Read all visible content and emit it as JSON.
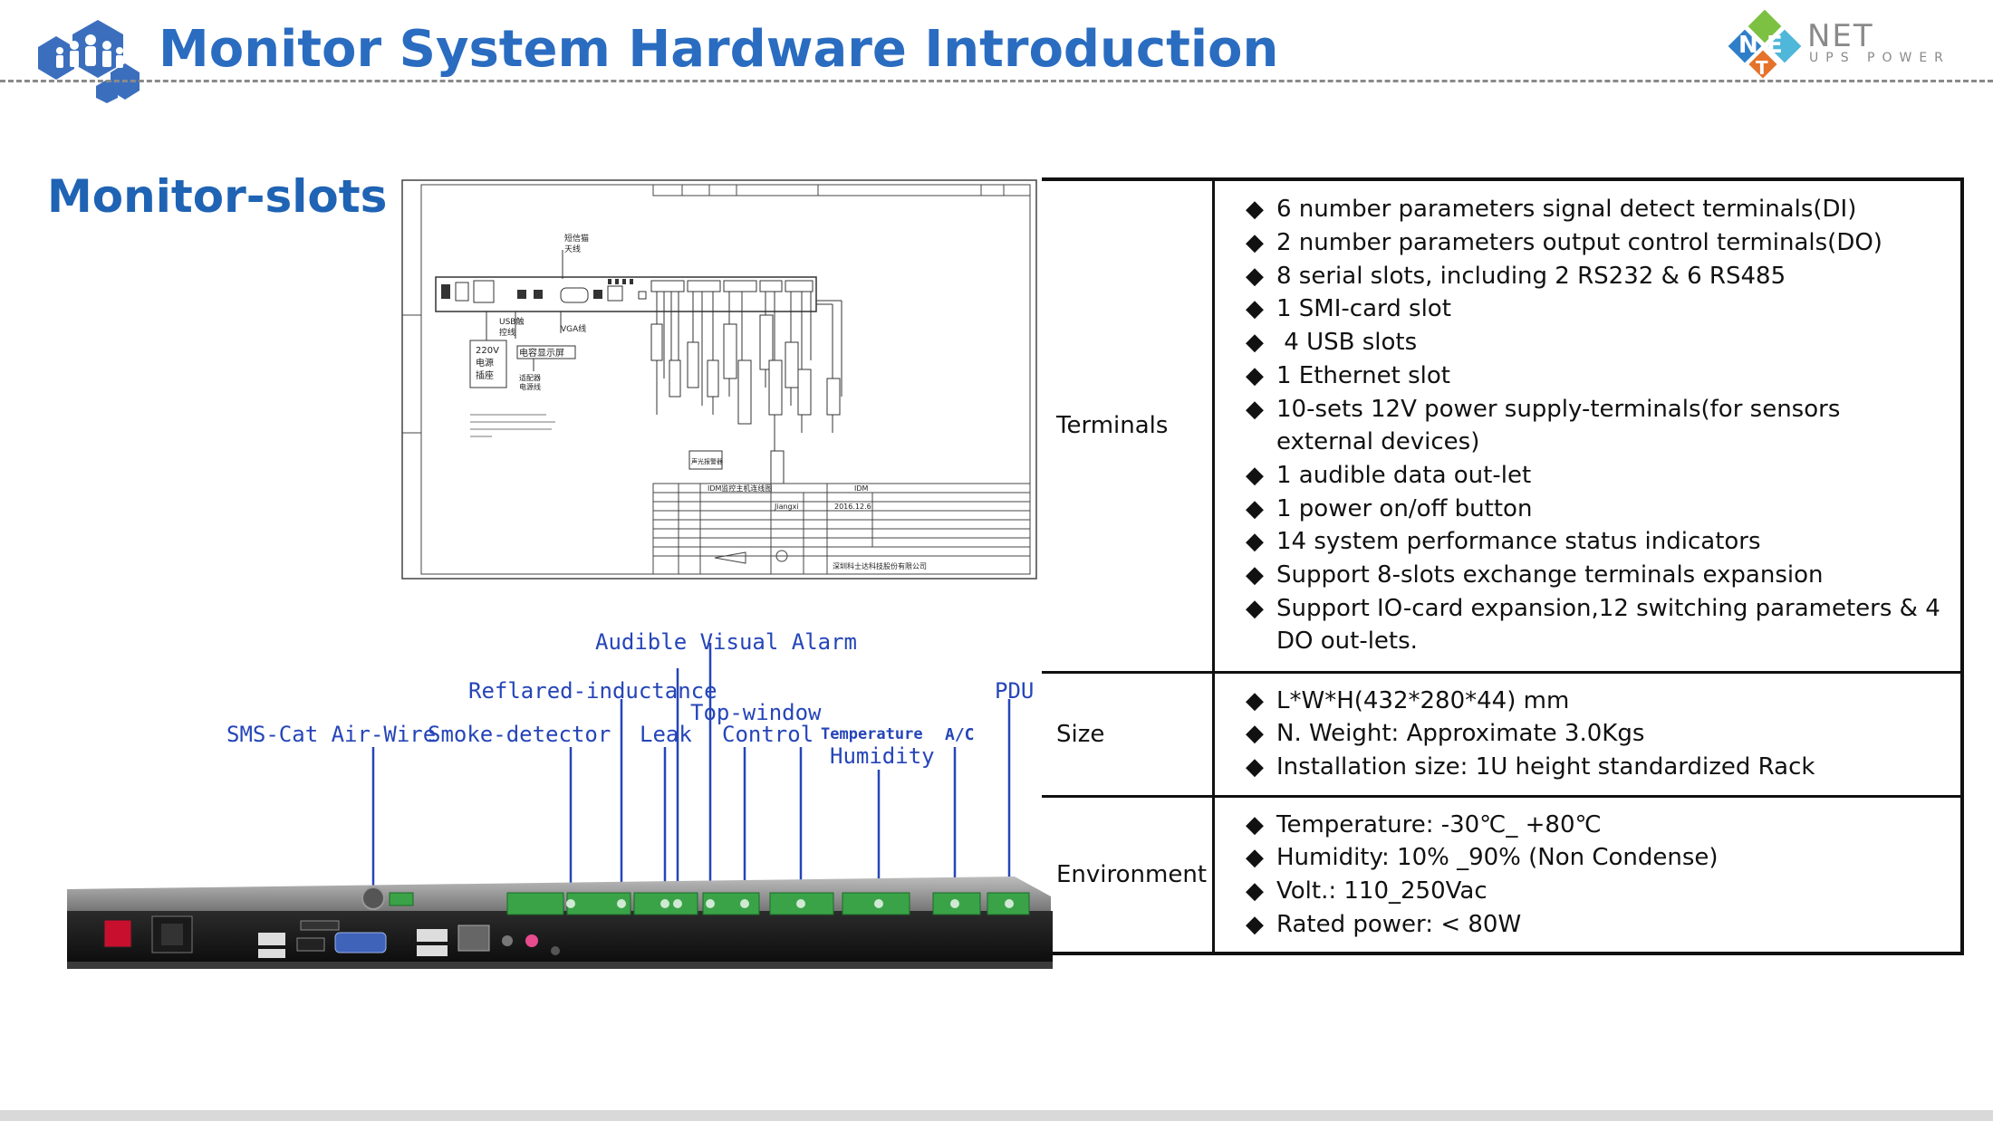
{
  "header": {
    "title": "Monitor System Hardware Introduction",
    "brand_name": "NET",
    "brand_sub": "UPS POWER",
    "brand_logo_letters": "NE T",
    "icon": "people-hexagon-icon",
    "colors": {
      "title": "#2a6cc0",
      "hexagon": "#3b6fbe",
      "rule": "#8a8a8a"
    }
  },
  "section": {
    "title": "Monitor-slots"
  },
  "device": {
    "labels": [
      "Audible Visual Alarm",
      "Reflared-inductance",
      "Top-window",
      "PDU",
      "SMS-Cat Air-Wire",
      "Smoke-detector",
      "Leak",
      "Control",
      "Temperature",
      "A/C",
      "Humidity"
    ],
    "label_color": "#2545b8"
  },
  "schematic": {
    "labels": {
      "antenna": "短信猫\n天线",
      "usb": "USB触\n控线",
      "vga": "VGA线",
      "power": "220V\n电源\n插座",
      "display": "电容显示屏",
      "adapter": "适配器\n电源线",
      "alarm": "声光报警器",
      "drawing_name": "IDM监控主机连线图",
      "product": "IDM",
      "company": "深圳科士达科技股份有限公司",
      "date": "2016.12.6",
      "designer": "Jiangxi"
    }
  },
  "spec_table": {
    "rows": [
      {
        "category": "Terminals",
        "items": [
          "6 number parameters signal detect terminals(DI)",
          "2 number parameters output control terminals(DO)",
          "8 serial slots, including 2 RS232 & 6 RS485",
          "1 SMI-card slot",
          " 4 USB slots",
          "1 Ethernet slot",
          "10-sets 12V power supply-terminals(for sensors external devices)",
          "1 audible data out-let",
          "1 power on/off button",
          "14 system performance status indicators",
          "Support 8-slots exchange terminals expansion",
          "Support IO-card expansion,12 switching parameters & 4 DO out-lets."
        ]
      },
      {
        "category": "Size",
        "items": [
          "L*W*H(432*280*44) mm",
          "N. Weight: Approximate 3.0Kgs",
          "Installation size: 1U height standardized Rack"
        ]
      },
      {
        "category": "Environment",
        "items": [
          "Temperature: -30℃_ +80℃",
          "Humidity: 10% _90% (Non Condense)",
          "Volt.: 110_250Vac",
          "Rated power: < 80W"
        ]
      }
    ],
    "bullet": "◆"
  }
}
